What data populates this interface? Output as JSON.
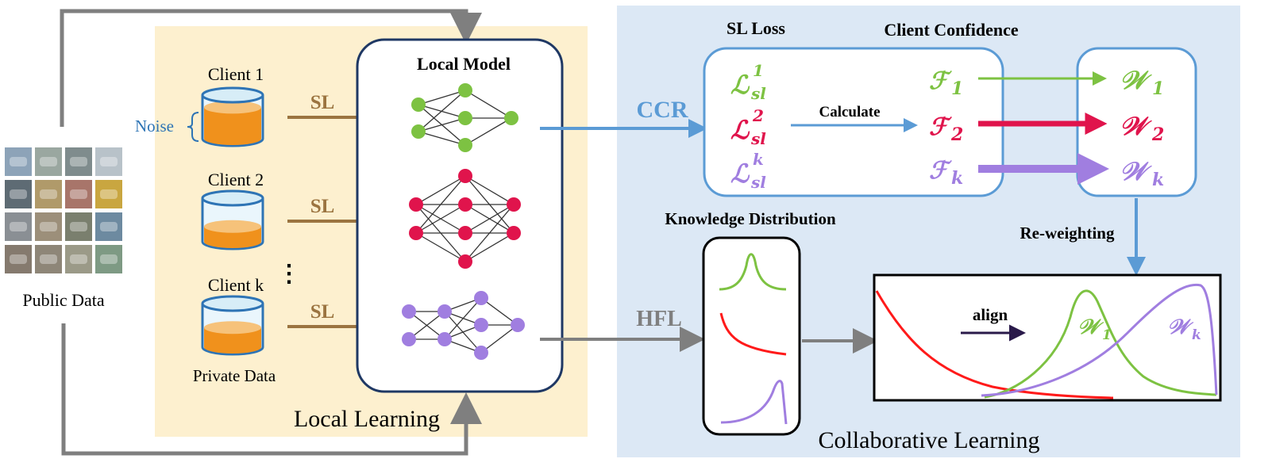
{
  "public_data": {
    "label": "Public Data",
    "thumbnail_count": 16
  },
  "local_learning": {
    "title": "Local Learning",
    "noise_label": "Noise",
    "private_data_label": "Private Data",
    "ellipsis": "⋮",
    "clients": [
      {
        "name": "Client 1",
        "arrow_label": "SL",
        "fill_level": 0.72
      },
      {
        "name": "Client 2",
        "arrow_label": "SL",
        "fill_level": 0.35
      },
      {
        "name": "Client k",
        "arrow_label": "SL",
        "fill_level": 0.45
      }
    ],
    "local_model_title": "Local Model"
  },
  "collaborative_learning": {
    "title": "Collaborative Learning",
    "ccr_label": "CCR",
    "hfl_label": "HFL",
    "sl_loss_header": "SL Loss",
    "client_confidence_header": "Client Confidence",
    "calculate_label": "Calculate",
    "reweighting_label": "Re-weighting",
    "knowledge_distribution_label": "Knowledge Distribution",
    "align_label": "align",
    "rows": [
      {
        "loss_base": "ℒ",
        "loss_sub": "sl",
        "loss_sup": "1",
        "conf": "ℱ",
        "conf_sub": "1",
        "weight": "𝒲",
        "weight_sub": "1"
      },
      {
        "loss_base": "ℒ",
        "loss_sub": "sl",
        "loss_sup": "2",
        "conf": "ℱ",
        "conf_sub": "2",
        "weight": "𝒲",
        "weight_sub": "2"
      },
      {
        "loss_base": "ℒ",
        "loss_sub": "sl",
        "loss_sup": "k",
        "conf": "ℱ",
        "conf_sub": "k",
        "weight": "𝒲",
        "weight_sub": "k"
      }
    ],
    "curve_labels": [
      {
        "base": "𝒲",
        "sub": "1"
      },
      {
        "base": "𝒲",
        "sub": "k"
      }
    ]
  },
  "colors": {
    "green": "#7dc242",
    "red": "#e0144c",
    "purple": "#a07ee0",
    "blue_arrow": "#5b9bd5",
    "brown_arrow": "#9b7440",
    "gray_arrow": "#7f7f7f",
    "local_bg": "#fdf0cf",
    "collab_bg": "#dce8f5",
    "orange_fill": "#f0911c",
    "cylinder_top": "#d7edf7",
    "navy": "#1f3864"
  }
}
